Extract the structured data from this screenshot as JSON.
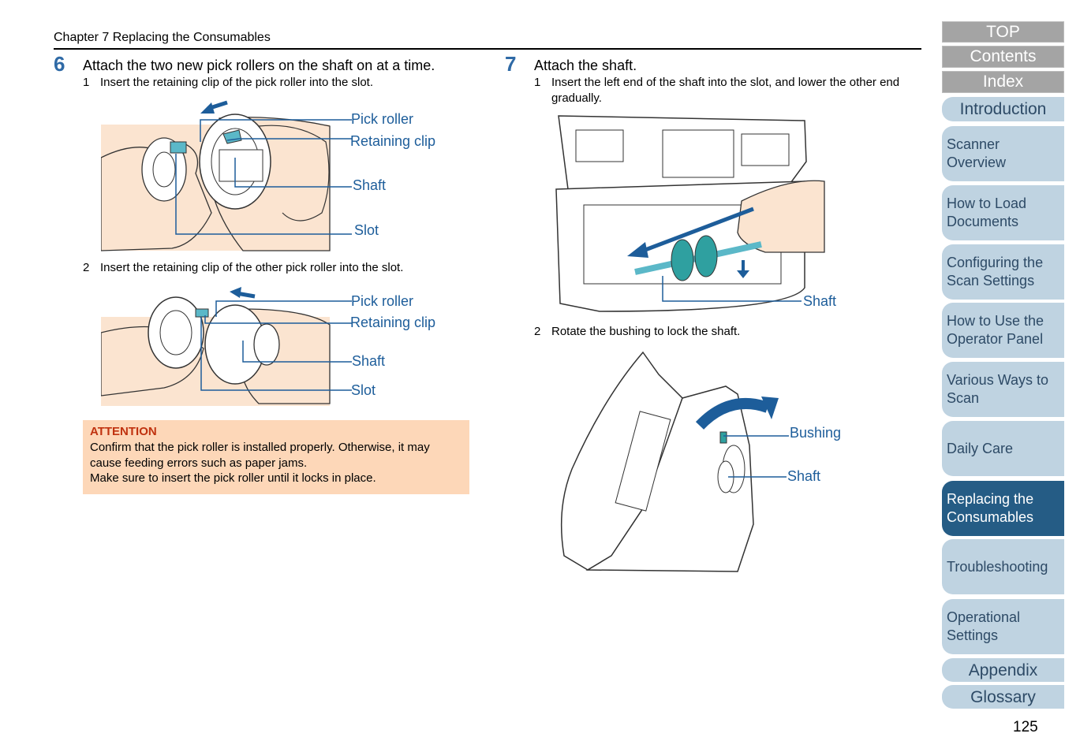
{
  "header": {
    "chapter": "Chapter 7 Replacing the Consumables"
  },
  "step6": {
    "number": "6",
    "heading": "Attach the two new pick rollers on the shaft on at a time.",
    "sub1": {
      "num": "1",
      "text": "Insert the retaining clip of the pick roller into the slot."
    },
    "sub2": {
      "num": "2",
      "text": "Insert the retaining clip of the other pick roller into the slot."
    },
    "fig1_labels": {
      "pick_roller": "Pick roller",
      "retaining_clip": "Retaining clip",
      "shaft": "Shaft",
      "slot": "Slot"
    },
    "fig2_labels": {
      "pick_roller": "Pick roller",
      "retaining_clip": "Retaining clip",
      "shaft": "Shaft",
      "slot": "Slot"
    },
    "attention": {
      "title": "ATTENTION",
      "line1": "Confirm that the pick roller is installed properly. Otherwise, it may",
      "line2": "cause feeding errors such as paper jams.",
      "line3": "Make sure to insert the pick roller until it locks in place."
    }
  },
  "step7": {
    "number": "7",
    "heading": "Attach the shaft.",
    "sub1": {
      "num": "1",
      "line1": "Insert the left end of the shaft into the slot, and lower the other end",
      "line2": "gradually."
    },
    "sub2": {
      "num": "2",
      "text": "Rotate the bushing to lock the shaft."
    },
    "fig3_labels": {
      "shaft": "Shaft"
    },
    "fig4_labels": {
      "bushing": "Bushing",
      "shaft": "Shaft"
    }
  },
  "nav": {
    "top": "TOP",
    "contents": "Contents",
    "index": "Index",
    "chapters": [
      {
        "line1": "Introduction",
        "line2": ""
      },
      {
        "line1": "Scanner",
        "line2": "Overview"
      },
      {
        "line1": "How to Load",
        "line2": "Documents"
      },
      {
        "line1": "Configuring the",
        "line2": "Scan Settings"
      },
      {
        "line1": "How to Use the",
        "line2": "Operator Panel"
      },
      {
        "line1": "Various Ways to",
        "line2": "Scan"
      },
      {
        "line1": "Daily Care",
        "line2": ""
      },
      {
        "line1": "Replacing the",
        "line2": "Consumables"
      },
      {
        "line1": "Troubleshooting",
        "line2": ""
      },
      {
        "line1": "Operational",
        "line2": "Settings"
      },
      {
        "line1": "Appendix",
        "line2": ""
      },
      {
        "line1": "Glossary",
        "line2": ""
      }
    ],
    "active_chapter": "Replacing the Consumables"
  },
  "page_number": "125",
  "colors": {
    "accent_blue": "#1d5d9a",
    "nav_active": "#255c85",
    "nav_inactive": "#bfd3e1",
    "attention_bg": "#fdd7b8",
    "attention_title": "#c0320f",
    "skin": "#fbe4d0"
  }
}
